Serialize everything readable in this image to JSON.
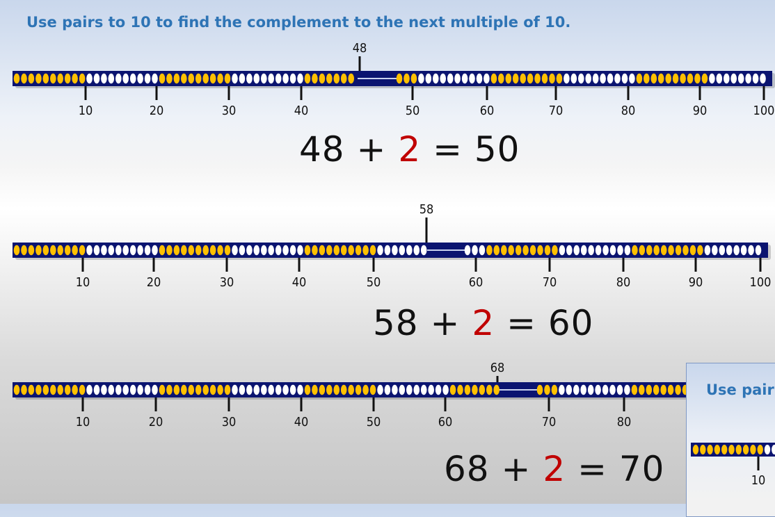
{
  "title": "Use pairs to 10 to find the complement to the next multiple of 10.",
  "tick_labels": [
    "10",
    "20",
    "30",
    "40",
    "50",
    "60",
    "70",
    "80",
    "90",
    "100"
  ],
  "colors": {
    "bar": "#0b1470",
    "bead_gold": "#ffc000",
    "bead_white": "#ffffff",
    "answer": "#c00000",
    "title": "#2e74b5"
  },
  "rows": [
    {
      "marker": "48",
      "eq_a": "48",
      "op": "+",
      "eq_b": "2",
      "eq_eq": "=",
      "eq_c": "50"
    },
    {
      "marker": "58",
      "eq_a": "58",
      "op": "+",
      "eq_b": "2",
      "eq_eq": "=",
      "eq_c": "60"
    },
    {
      "marker": "68",
      "eq_a": "68",
      "op": "+",
      "eq_b": "2",
      "eq_eq": "=",
      "eq_c": "70"
    }
  ],
  "inset": {
    "title": "Use pair",
    "tick_label": "10"
  }
}
